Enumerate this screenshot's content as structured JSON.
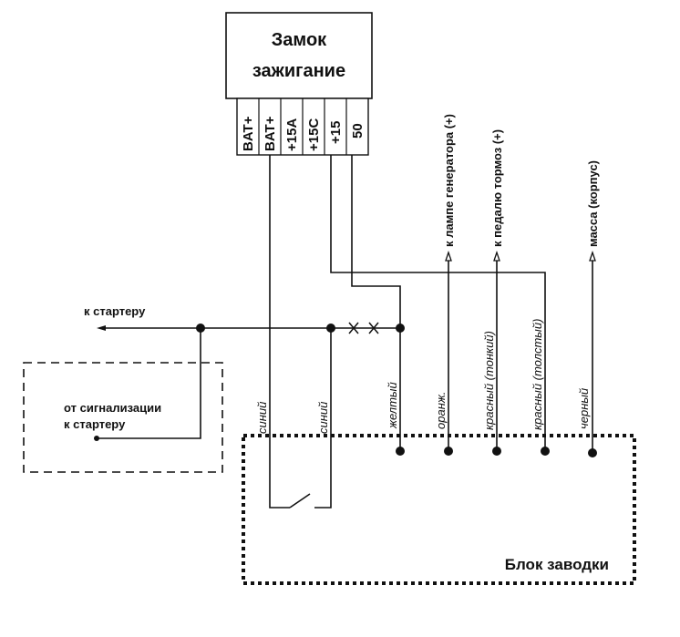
{
  "ignition_switch": {
    "title_line1": "Замок",
    "title_line2": "зажигание",
    "terminals": [
      "BAT+",
      "BAT+",
      "+15A",
      "+15C",
      "+15",
      "50"
    ]
  },
  "outputs": {
    "generator_lamp": "к лампе генератора (+)",
    "brake_pedal": "к педалю тормоз (+)",
    "ground": "масса (корпус)",
    "starter": "к стартеру"
  },
  "alarm_box": {
    "line1": "от сигнализации",
    "line2": "к стартеру"
  },
  "wires": {
    "blue1": "синий",
    "blue2": "синий",
    "yellow": "желтый",
    "orange": "оранж.",
    "red_thin": "красный (тонкий)",
    "red_thick": "красный (толстый)",
    "black": "черный"
  },
  "start_unit": {
    "label": "Блок заводки"
  }
}
